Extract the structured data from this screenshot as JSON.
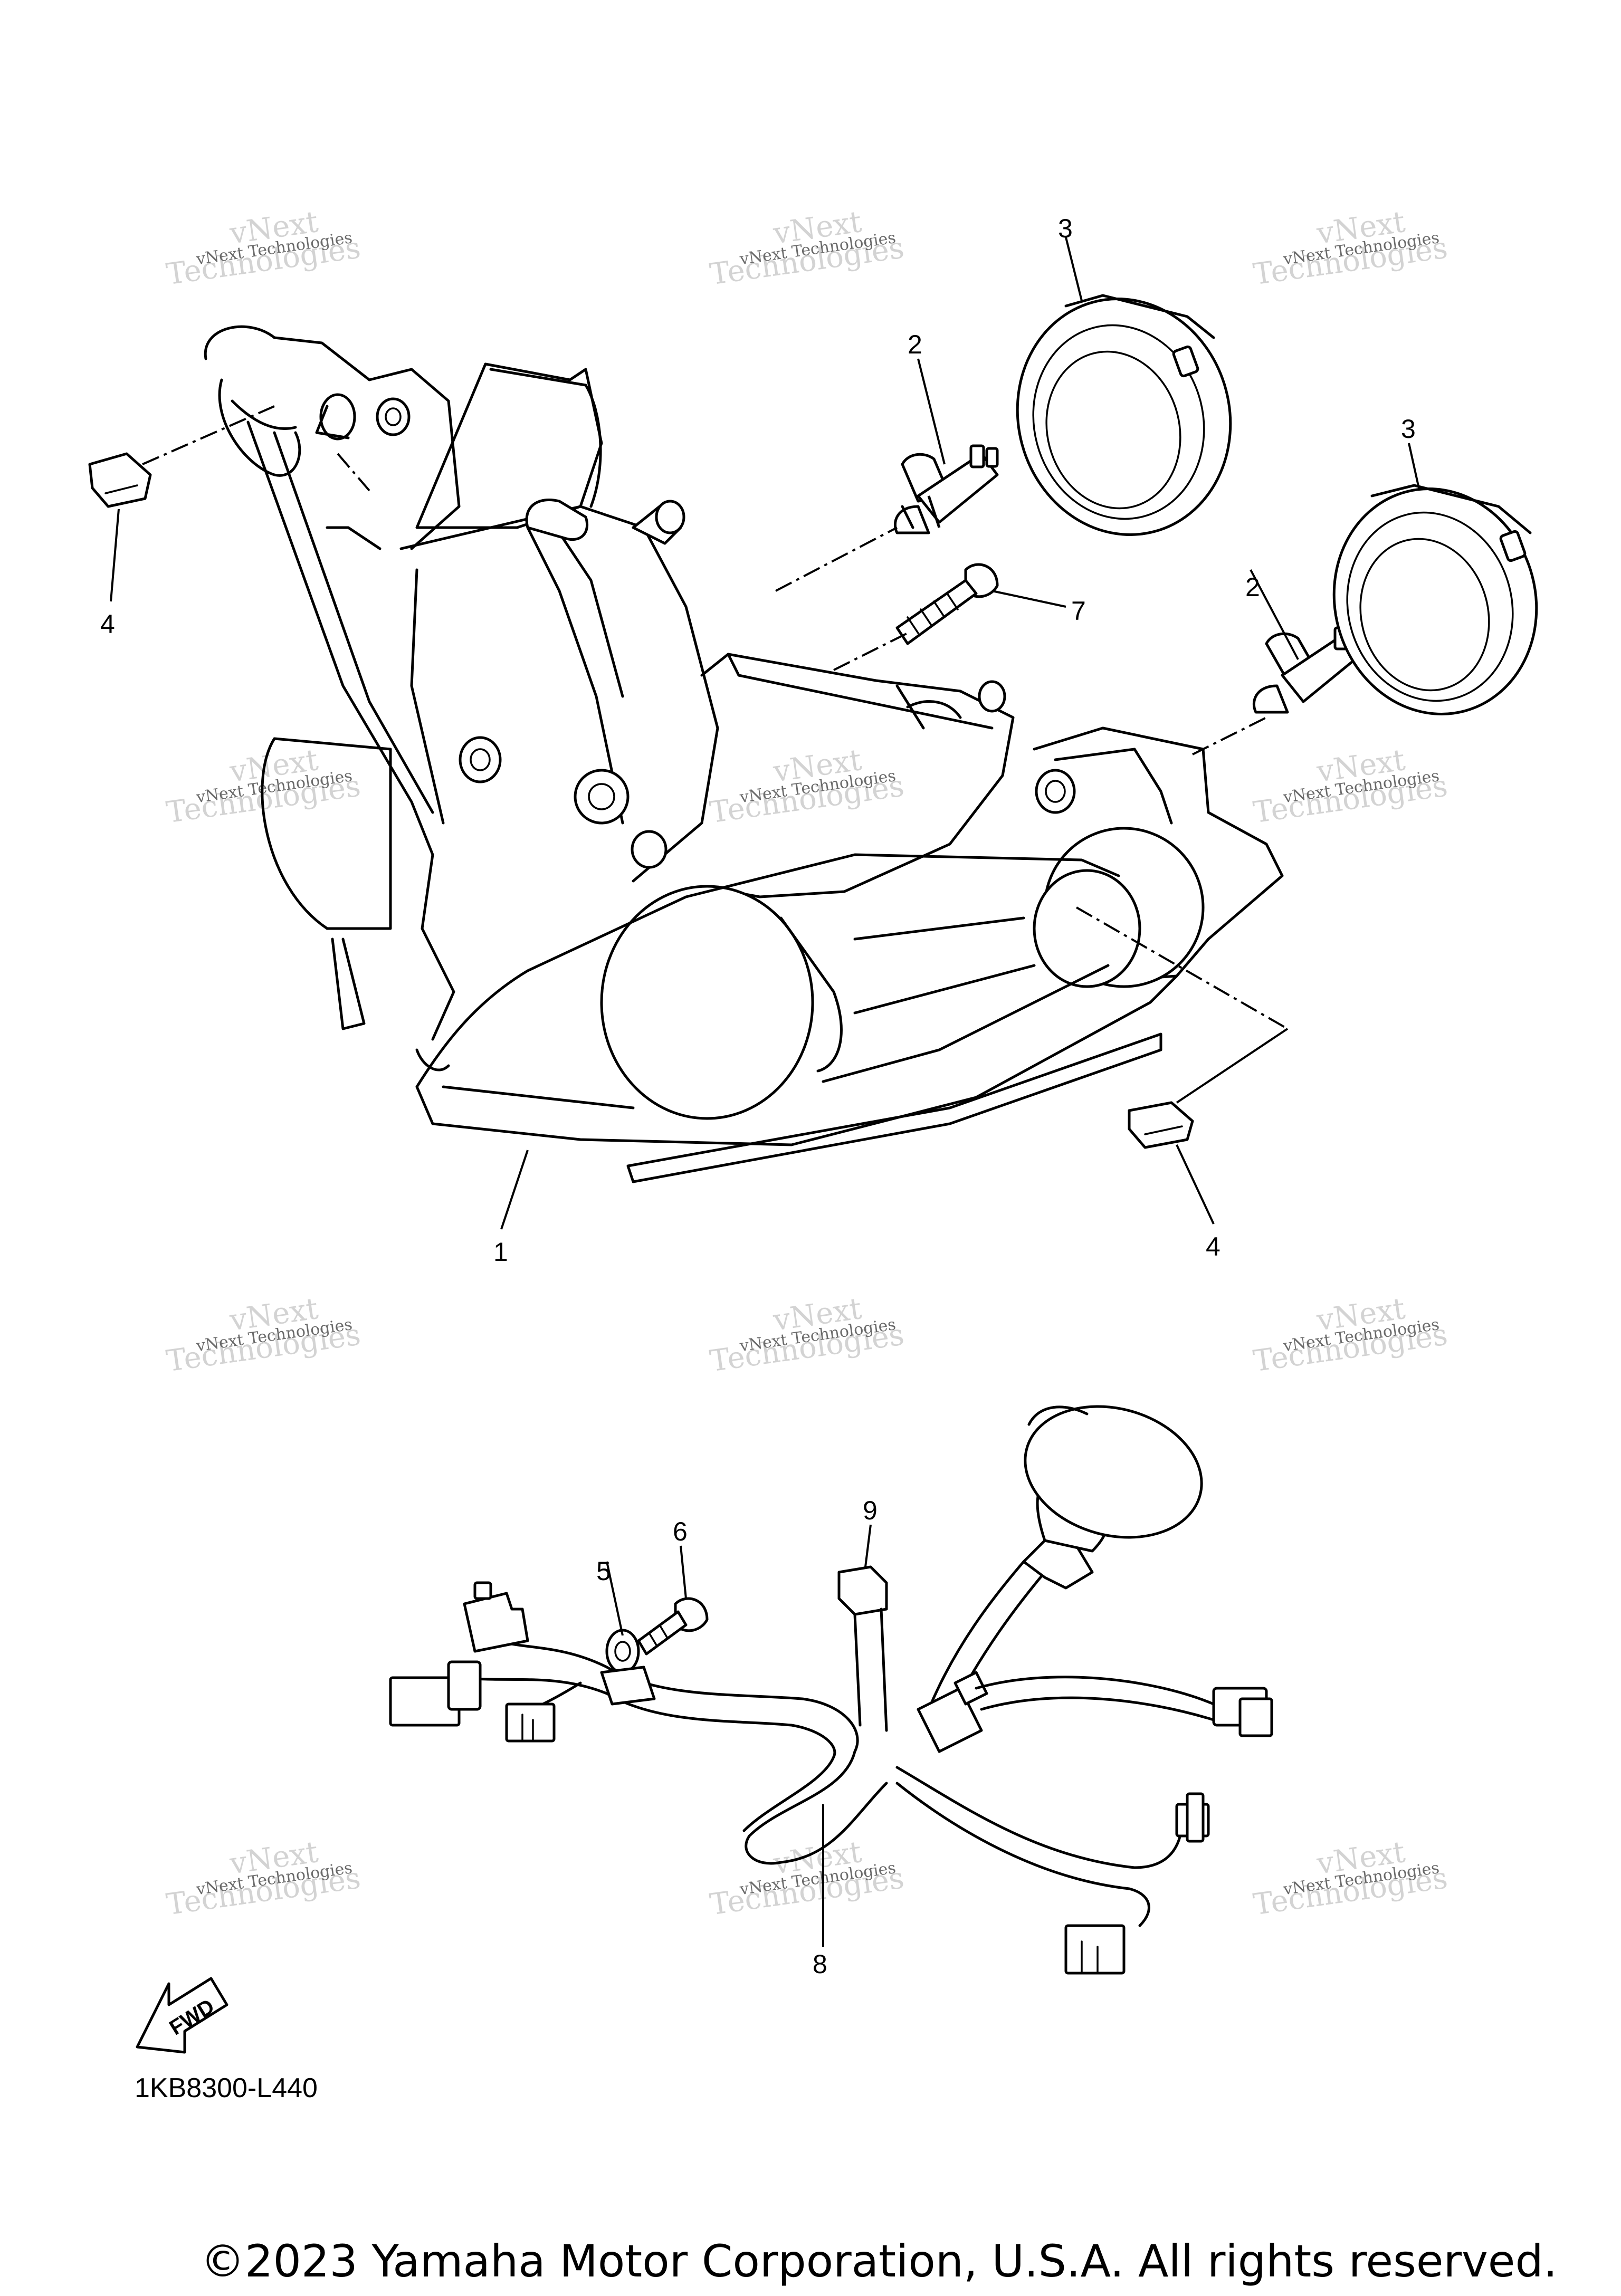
{
  "callouts": [
    {
      "id": "c1",
      "label": "1"
    },
    {
      "id": "c2a",
      "label": "2"
    },
    {
      "id": "c2b",
      "label": "2"
    },
    {
      "id": "c3a",
      "label": "3"
    },
    {
      "id": "c3b",
      "label": "3"
    },
    {
      "id": "c4a",
      "label": "4"
    },
    {
      "id": "c4b",
      "label": "4"
    },
    {
      "id": "c5",
      "label": "5"
    },
    {
      "id": "c6",
      "label": "6"
    },
    {
      "id": "c7",
      "label": "7"
    },
    {
      "id": "c8",
      "label": "8"
    },
    {
      "id": "c9",
      "label": "9"
    }
  ],
  "fwd_label": "FWD",
  "diagram_code": "1KB8300-L440",
  "copyright": "©2023 Yamaha Motor Corporation, U.S.A. All rights reserved.",
  "watermark": {
    "line1": "vNext Technologies",
    "line2": "Technologies",
    "line3": "vNext"
  }
}
